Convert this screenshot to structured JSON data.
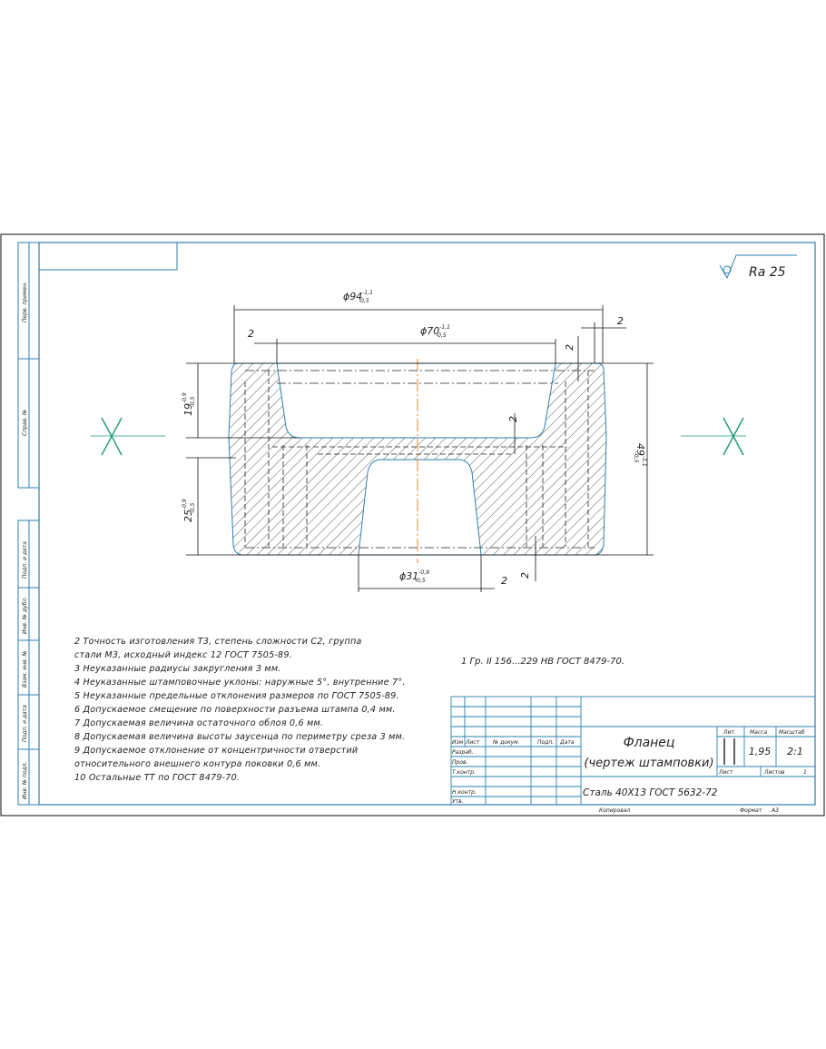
{
  "roughness": {
    "symbol": "Ra 25"
  },
  "dimensions": {
    "d94": {
      "main": "ϕ94",
      "upper": "-1,1",
      "lower": "-0,5"
    },
    "d70": {
      "main": "ϕ70",
      "upper": "-1,1",
      "lower": "-0,5"
    },
    "d31": {
      "main": "ϕ31",
      "upper": "-0,9",
      "lower": "-0,5"
    },
    "h19": {
      "main": "19",
      "upper": "-0,9",
      "lower": "-0,5"
    },
    "h25": {
      "main": "25",
      "upper": "-0,9",
      "lower": "-0,5"
    },
    "h49": {
      "main": "49",
      "upper": "-1,1",
      "lower": "-0,5"
    },
    "two": "2"
  },
  "hardness_note": "1 Гр. II 156...229 НВ ГОСТ 8479-70.",
  "notes": [
    "2 Точность изготовления Т3, степень сложности С2,   группа",
    "стали М3, исходный индекс 12 ГОСТ 7505-89.",
    "3  Неуказанные радиусы закругления 3 мм.",
    "4  Неуказанные штамповочные уклоны: наружные 5°, внутренние 7°.",
    "5  Неуказанные предельные отклонения размеров по ГОСТ 7505-89.",
    "6  Допускаемое смещение по поверхности разъема штампа 0,4 мм.",
    "7  Допускаемая величина остаточного облоя 0,6 мм.",
    "8  Допускаемая величина высоты заусенца по периметру среза 3 мм.",
    "9  Допускаемое отклонение от концентричности отверстий",
    "относительного внешнего контура поковки 0,6 мм.",
    "10  Остальные ТТ по ГОСТ 8479-70."
  ],
  "side_strip": [
    "Перв. примен.",
    "Справ. №",
    "Подп. и дата",
    "Инв. № дубл.",
    "Взам. инв. №",
    "Подп. и дата",
    "Инв. № подл."
  ],
  "title_block": {
    "header": [
      "Изм",
      "Лист",
      "№ докум.",
      "Подп.",
      "Дата"
    ],
    "roles": [
      "Разраб.",
      "Пров.",
      "Т.контр.",
      "",
      "Н.контр.",
      "Утв."
    ],
    "name_line1": "Фланец",
    "name_line2": "(чертеж штамповки)",
    "material": "Сталь 40Х13 ГОСТ 5632-72",
    "lit_label": "Лит.",
    "mass_label": "Масса",
    "scale_label": "Масштаб",
    "mass": "1,95",
    "scale": "2:1",
    "sheet_label": "Лист",
    "sheets_label": "Листов",
    "sheets": "1",
    "copied": "Копировал",
    "format_label": "Формат",
    "format": "А3"
  },
  "colors": {
    "frame": "#2b7fb0",
    "line": "#111111",
    "axis": "#e08a2a",
    "mark": "#1a9a6a"
  }
}
